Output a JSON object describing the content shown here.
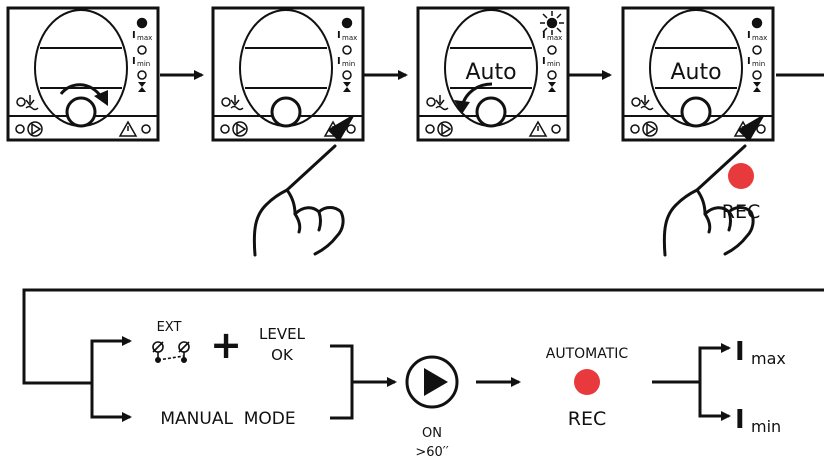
{
  "panels": [
    {
      "display_text": "",
      "imax_led_on": true,
      "imax_led_blinking": false,
      "arrow_type": "rotate-right",
      "hand": false
    },
    {
      "display_text": "",
      "imax_led_on": true,
      "imax_led_blinking": false,
      "arrow_type": "none",
      "hand": true
    },
    {
      "display_text": "Auto",
      "imax_led_on": true,
      "imax_led_blinking": true,
      "arrow_type": "rotate-left",
      "hand": false
    },
    {
      "display_text": "Auto",
      "imax_led_on": true,
      "imax_led_blinking": false,
      "arrow_type": "none",
      "hand": true
    }
  ],
  "panel_labels": {
    "imax": "I",
    "imax_sub": "max",
    "imin": "I",
    "imin_sub": "min"
  },
  "top_rec": {
    "label": "REC",
    "color": "#e8393d"
  },
  "inputs": {
    "ext_label": "EXT",
    "level_line1": "LEVEL",
    "level_line2": "OK",
    "plus": "+",
    "manual_mode": "MANUAL  MODE"
  },
  "pump": {
    "on_label": "ON",
    "time_label": ">60′′"
  },
  "automatic": {
    "label": "AUTOMATIC",
    "rec_label": "REC",
    "color": "#e8393d"
  },
  "outputs": [
    {
      "letter": "I",
      "sub": "max"
    },
    {
      "letter": "I",
      "sub": "min"
    }
  ]
}
